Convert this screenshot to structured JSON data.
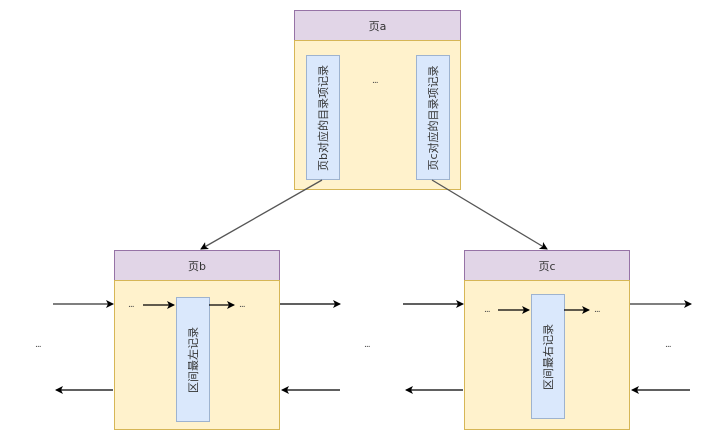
{
  "pages": {
    "root": {
      "title": "页a",
      "records": [
        "页b对应的目录项记录",
        "页c对应的目录项记录"
      ],
      "ellipsis": "..."
    },
    "left": {
      "title": "页b",
      "record": "区间最左记录",
      "ellipsis_before": "...",
      "ellipsis_after": "..."
    },
    "right": {
      "title": "页c",
      "record": "区间最右记录",
      "ellipsis_before": "...",
      "ellipsis_after": "..."
    }
  },
  "outside_ellipsis": [
    "...",
    "...",
    "..."
  ],
  "colors": {
    "header_fill": "#e1d5e7",
    "header_border": "#9673a6",
    "body_fill": "#fff2cc",
    "body_border": "#d6b656",
    "record_fill": "#dae8fc",
    "record_border": "#9eb3cf"
  }
}
